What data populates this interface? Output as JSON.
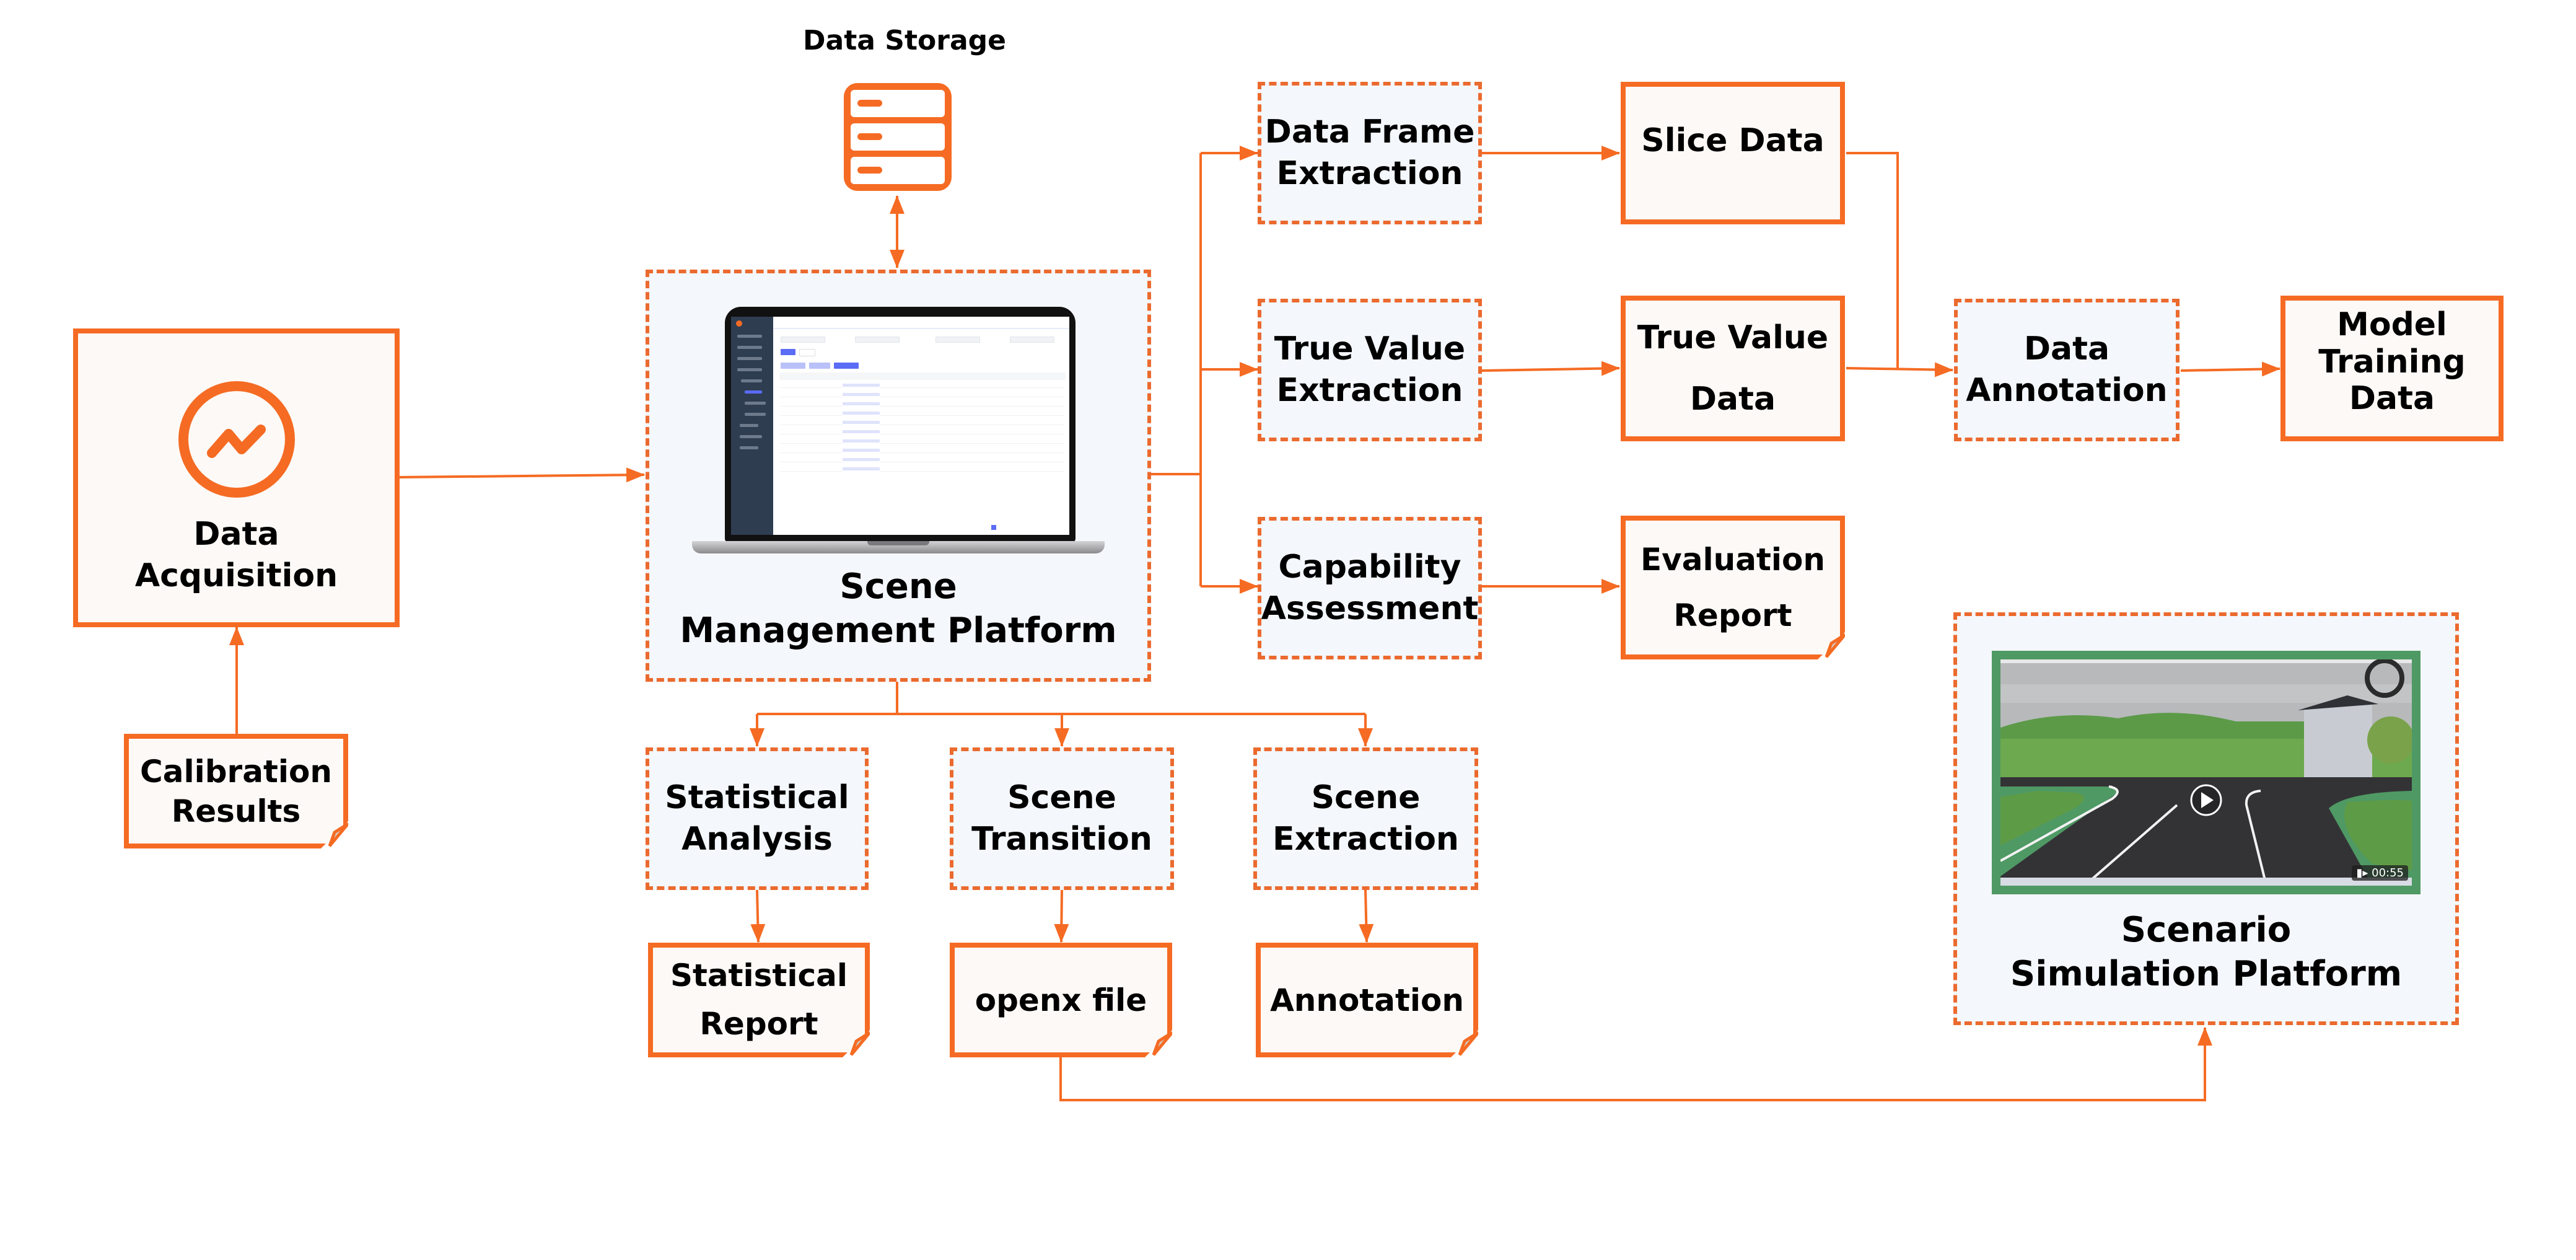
{
  "diagram": {
    "colors": {
      "accent": "#f56b23",
      "dashed_border": "#eb6a2e",
      "process_fill": "#f4f7fc",
      "data_fill": "#fdf9f6",
      "video_frame": "#4f9964"
    },
    "storage": {
      "title": "Data Storage",
      "icon": "server-stack-icon"
    },
    "data_acquisition": {
      "line1": "Data",
      "line2": "Acquisition",
      "icon": "line-chart-circle-icon"
    },
    "calibration_results": {
      "line1": "Calibration",
      "line2": "Results"
    },
    "scene_platform": {
      "line1": "Scene",
      "line2": "Management Platform",
      "image": "laptop-screenshot"
    },
    "right_column": {
      "data_frame_extraction": {
        "line1": "Data Frame",
        "line2": "Extraction"
      },
      "true_value_extraction": {
        "line1": "True Value",
        "line2": "Extraction"
      },
      "capability_assessment": {
        "line1": "Capability",
        "line2": "Assessment"
      },
      "slice_data": {
        "line1": "Slice Data"
      },
      "true_value_data": {
        "line1": "True Value",
        "line2": "Data"
      },
      "evaluation_report": {
        "line1": "Evaluation",
        "line2": "Report"
      },
      "data_annotation": {
        "line1": "Data",
        "line2": "Annotation"
      },
      "model_training_data": {
        "line1": "Model",
        "line2": "Training",
        "line3": "Data"
      }
    },
    "bottom_row": {
      "statistical_analysis": {
        "line1": "Statistical",
        "line2": "Analysis"
      },
      "scene_transition": {
        "line1": "Scene",
        "line2": "Transition"
      },
      "scene_extraction": {
        "line1": "Scene",
        "line2": "Extraction"
      },
      "statistical_report": {
        "line1": "Statistical",
        "line2": "Report"
      },
      "openx_file": {
        "line1": "openx file"
      },
      "annotation": {
        "line1": "Annotation"
      }
    },
    "simulation_platform": {
      "line1": "Scenario",
      "line2": "Simulation Platform",
      "video_duration": "00:55"
    },
    "edges": [
      {
        "from": "Calibration Results",
        "to": "Data Acquisition"
      },
      {
        "from": "Data Acquisition",
        "to": "Scene Management Platform"
      },
      {
        "from": "Data Storage",
        "to": "Scene Management Platform",
        "bidirectional": true
      },
      {
        "from": "Scene Management Platform",
        "to": "Data Frame Extraction"
      },
      {
        "from": "Scene Management Platform",
        "to": "True Value Extraction"
      },
      {
        "from": "Scene Management Platform",
        "to": "Capability Assessment"
      },
      {
        "from": "Data Frame Extraction",
        "to": "Slice Data"
      },
      {
        "from": "True Value Extraction",
        "to": "True Value Data"
      },
      {
        "from": "Capability Assessment",
        "to": "Evaluation Report"
      },
      {
        "from": "Slice Data",
        "to": "Data Annotation"
      },
      {
        "from": "True Value Data",
        "to": "Data Annotation"
      },
      {
        "from": "Data Annotation",
        "to": "Model Training Data"
      },
      {
        "from": "Scene Management Platform",
        "to": "Statistical Analysis"
      },
      {
        "from": "Scene Management Platform",
        "to": "Scene Transition"
      },
      {
        "from": "Scene Management Platform",
        "to": "Scene Extraction"
      },
      {
        "from": "Statistical Analysis",
        "to": "Statistical Report"
      },
      {
        "from": "Scene Transition",
        "to": "openx file"
      },
      {
        "from": "Scene Extraction",
        "to": "Annotation"
      },
      {
        "from": "openx file",
        "to": "Scenario Simulation Platform"
      }
    ]
  }
}
